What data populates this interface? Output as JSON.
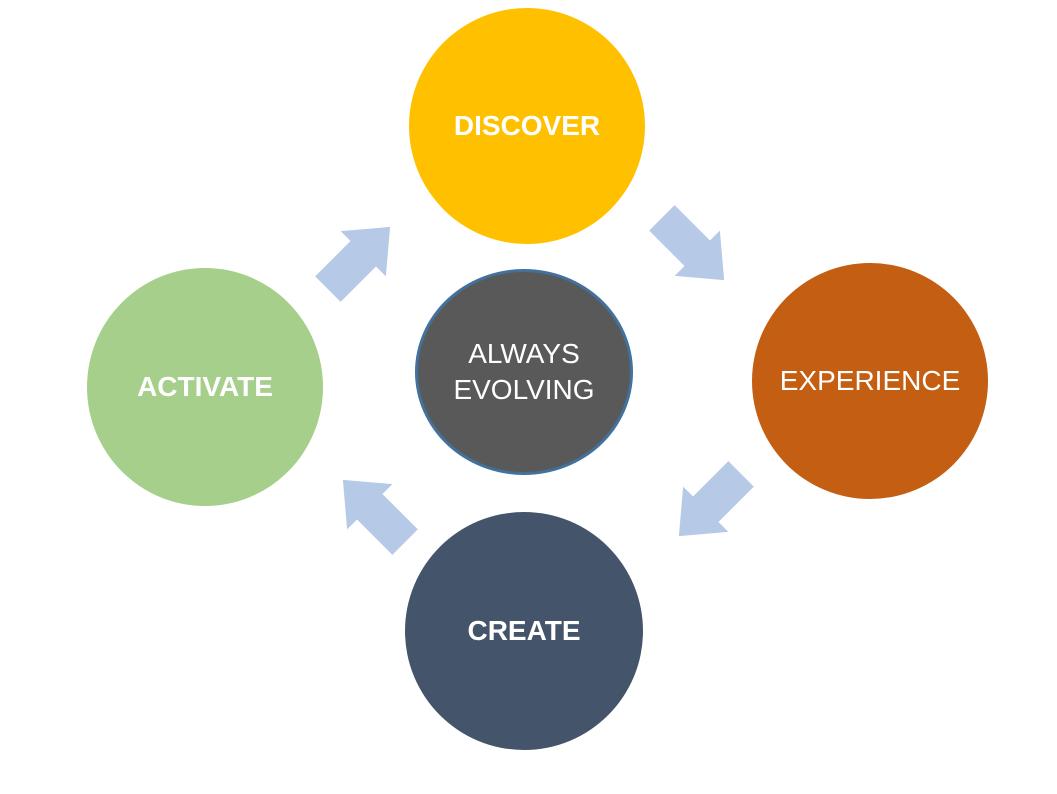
{
  "diagram": {
    "type": "cycle",
    "background": "#FFFFFF",
    "text_color": "#FFFFFF",
    "arrow_color": "#B6C9E7",
    "center": {
      "label": "ALWAYS EVOLVING",
      "fill": "#595959",
      "border_color": "#41719C"
    },
    "nodes": {
      "discover": {
        "label": "DISCOVER",
        "fill": "#FFC000",
        "position": "top"
      },
      "experience": {
        "label": "EXPERIENCE",
        "fill": "#C35E12",
        "position": "right"
      },
      "create": {
        "label": "CREATE",
        "fill": "#44546A",
        "position": "bottom"
      },
      "activate": {
        "label": "ACTIVATE",
        "fill": "#A5CF8A",
        "position": "left"
      }
    },
    "arrows": [
      {
        "from": "activate",
        "to": "discover",
        "direction": "up-right"
      },
      {
        "from": "discover",
        "to": "experience",
        "direction": "down-right"
      },
      {
        "from": "experience",
        "to": "create",
        "direction": "down-left"
      },
      {
        "from": "create",
        "to": "activate",
        "direction": "up-left"
      }
    ]
  }
}
